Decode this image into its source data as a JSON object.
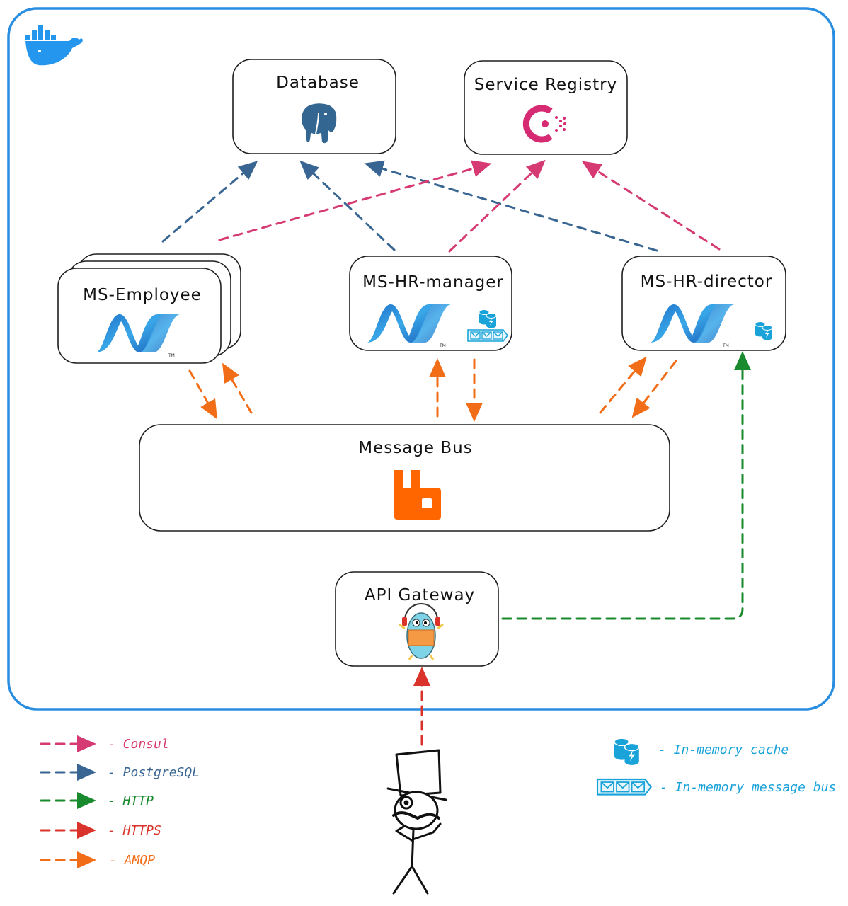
{
  "nodes": {
    "database": {
      "title": "Database"
    },
    "service_registry": {
      "title": "Service Registry"
    },
    "ms_employee": {
      "title": "MS-Employee"
    },
    "ms_hr_manager": {
      "title": "MS-HR-manager"
    },
    "ms_hr_director": {
      "title": "MS-HR-director"
    },
    "message_bus": {
      "title": "Message Bus"
    },
    "api_gateway": {
      "title": "API Gateway"
    }
  },
  "legend": {
    "consul": "- Consul",
    "postgresql": "- PostgreSQL",
    "http": "- HTTP",
    "https": "- HTTPS",
    "amqp": "- AMQP",
    "cache": "- In-memory cache",
    "membus": "- In-memory message bus"
  },
  "colors": {
    "consul": "#d63a73",
    "postgresql": "#386591",
    "http": "#1a8a2e",
    "https": "#d9332b",
    "amqp": "#f26d17",
    "cache": "#1aa3d9",
    "docker": "#2496ed",
    "rabbitmq": "#ff6600"
  },
  "icons": {
    "container": "docker-whale-icon",
    "database": "postgresql-elephant-icon",
    "service_registry": "consul-icon",
    "services": "dotnet-icon",
    "message_bus": "rabbitmq-icon",
    "api_gateway": "gopher-icon",
    "user": "stick-figure-top-hat-icon"
  }
}
